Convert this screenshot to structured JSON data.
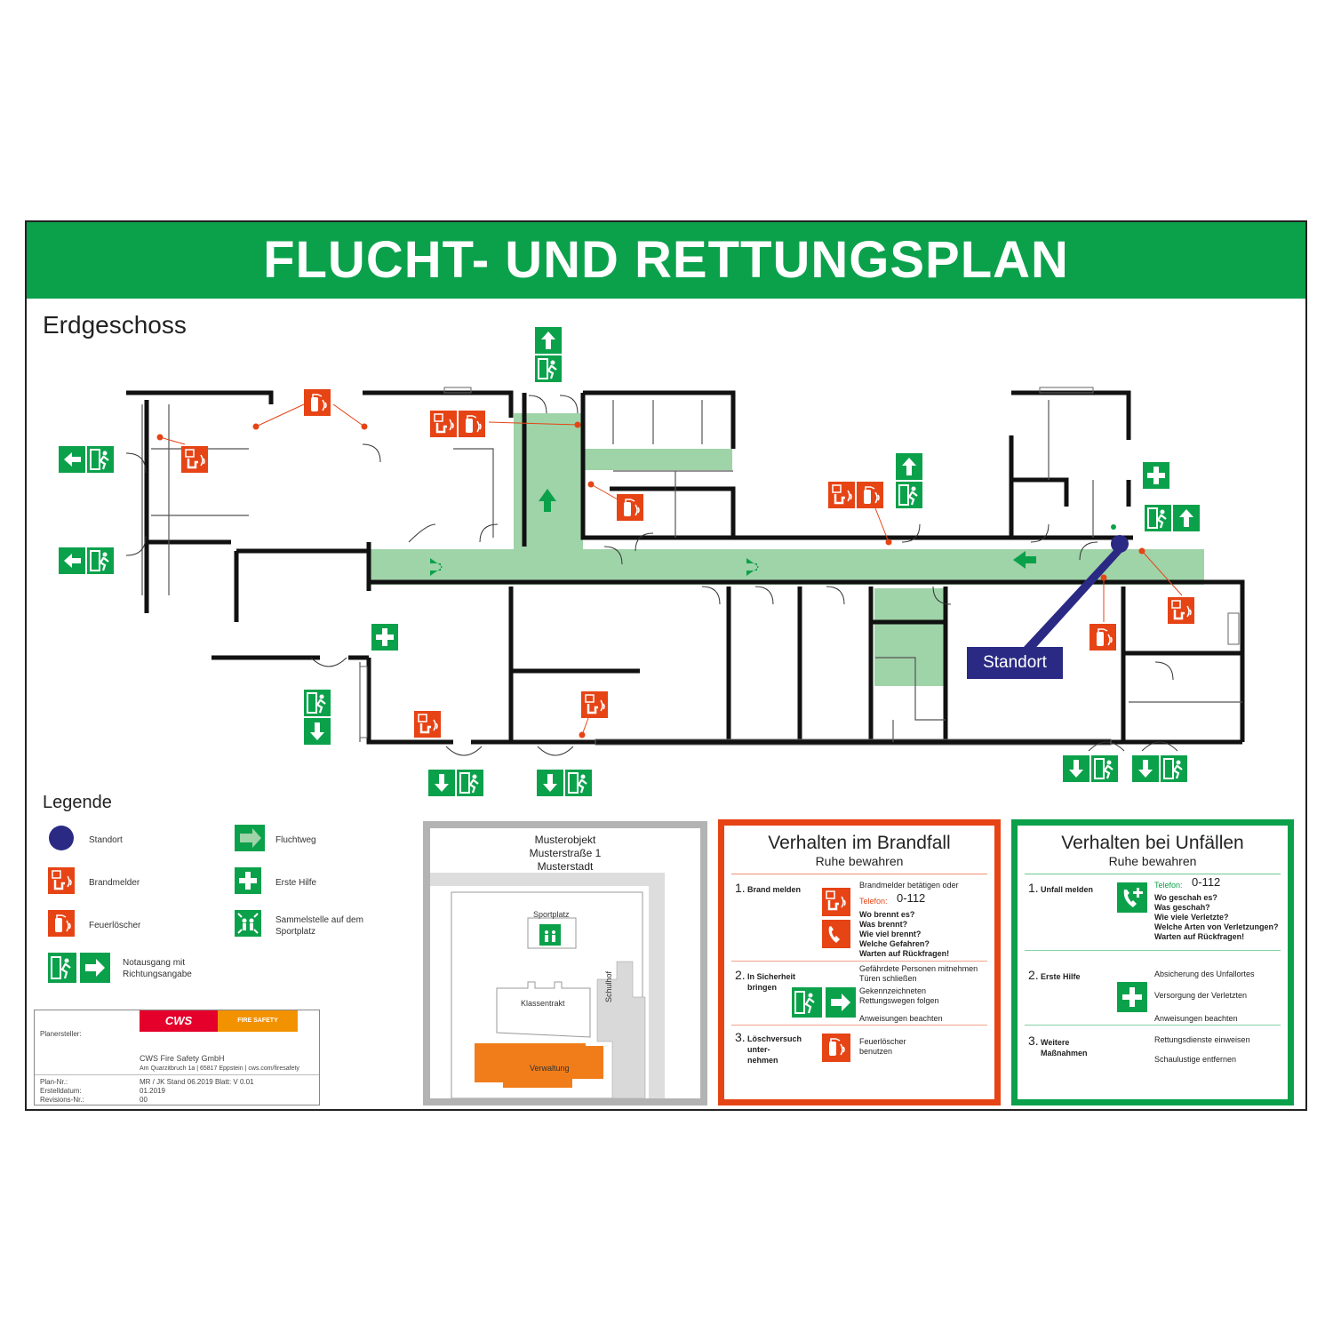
{
  "header": {
    "title": "FLUCHT- UND RETTUNGSPLAN"
  },
  "floor": {
    "title": "Erdgeschoss",
    "location_label": "Standort"
  },
  "legend": {
    "title": "Legende",
    "items": [
      {
        "icon": "location-dot-icon",
        "label": "Standort"
      },
      {
        "icon": "escape-route-arrow-icon",
        "label": "Fluchtweg"
      },
      {
        "icon": "fire-alarm-icon",
        "label": "Brandmelder"
      },
      {
        "icon": "first-aid-icon",
        "label": "Erste Hilfe"
      },
      {
        "icon": "fire-extinguisher-icon",
        "label": "Feuerlöscher"
      },
      {
        "icon": "assembly-point-icon",
        "label": "Sammelstelle auf dem Sportplatz"
      },
      {
        "icon": "emergency-exit-icon",
        "label": "Notausgang mit Richtungsangabe"
      }
    ]
  },
  "site": {
    "address": [
      "Musterobjekt",
      "Musterstraße 1",
      "Musterstadt"
    ],
    "labels": {
      "sportplatz": "Sportplatz",
      "klassentrakt": "Klassentrakt",
      "schulhof": "Schulhof",
      "verwaltung": "Verwaltung"
    }
  },
  "fire": {
    "title": "Verhalten im Brandfall",
    "subtitle": "Ruhe bewahren",
    "steps": [
      {
        "num": "1.",
        "label": "Brand melden",
        "lines": [
          "Brandmelder betätigen oder",
          "Telefon:",
          "0-112",
          "Wo brennt es?",
          "Was brennt?",
          "Wie viel brennt?",
          "Welche Gefahren?",
          "Warten auf Rückfragen!"
        ]
      },
      {
        "num": "2.",
        "label": "In Sicherheit bringen",
        "lines": [
          "Gefährdete Personen mitnehmen",
          "Türen schließen",
          "Gekennzeichneten",
          "Rettungswegen folgen",
          "Anweisungen beachten"
        ]
      },
      {
        "num": "3.",
        "label": "Löschversuch unter- nehmen",
        "lines": [
          "Feuerlöscher",
          "benutzen"
        ]
      }
    ]
  },
  "accident": {
    "title": "Verhalten bei Unfällen",
    "subtitle": "Ruhe bewahren",
    "steps": [
      {
        "num": "1.",
        "label": "Unfall melden",
        "lines": [
          "Telefon:",
          "0-112",
          "Wo geschah es?",
          "Was geschah?",
          "Wie viele Verletzte?",
          "Welche Arten von Verletzungen?",
          "Warten auf Rückfragen!"
        ]
      },
      {
        "num": "2.",
        "label": "Erste Hilfe",
        "lines": [
          "Absicherung des Unfallortes",
          "Versorgung der Verletzten",
          "Anweisungen beachten"
        ]
      },
      {
        "num": "3.",
        "label": "Weitere Maßnahmen",
        "lines": [
          "Rettungsdienste einweisen",
          "Schaulustige entfernen"
        ]
      }
    ]
  },
  "footer": {
    "planer_label": "Planersteller:",
    "company": "CWS Fire Safety GmbH",
    "address": "Am Quarzitbruch 1a | 65817 Eppstein | cws.com/firesafety",
    "plan_nr_label": "Plan-Nr.:",
    "plan_nr": "MR / JK Stand 06.2019 Blatt: V 0.01",
    "date_label": "Erstelldatum:",
    "date": "01.2019",
    "rev_label": "Revisions-Nr.:",
    "rev": "00",
    "logo_left": "CWS",
    "logo_right": "FIRE SAFETY"
  },
  "colors": {
    "green": "#0ba14b",
    "red": "#e64415",
    "route": "#9fd3a8",
    "location": "#2a2a84",
    "building": "#f07d1a"
  }
}
